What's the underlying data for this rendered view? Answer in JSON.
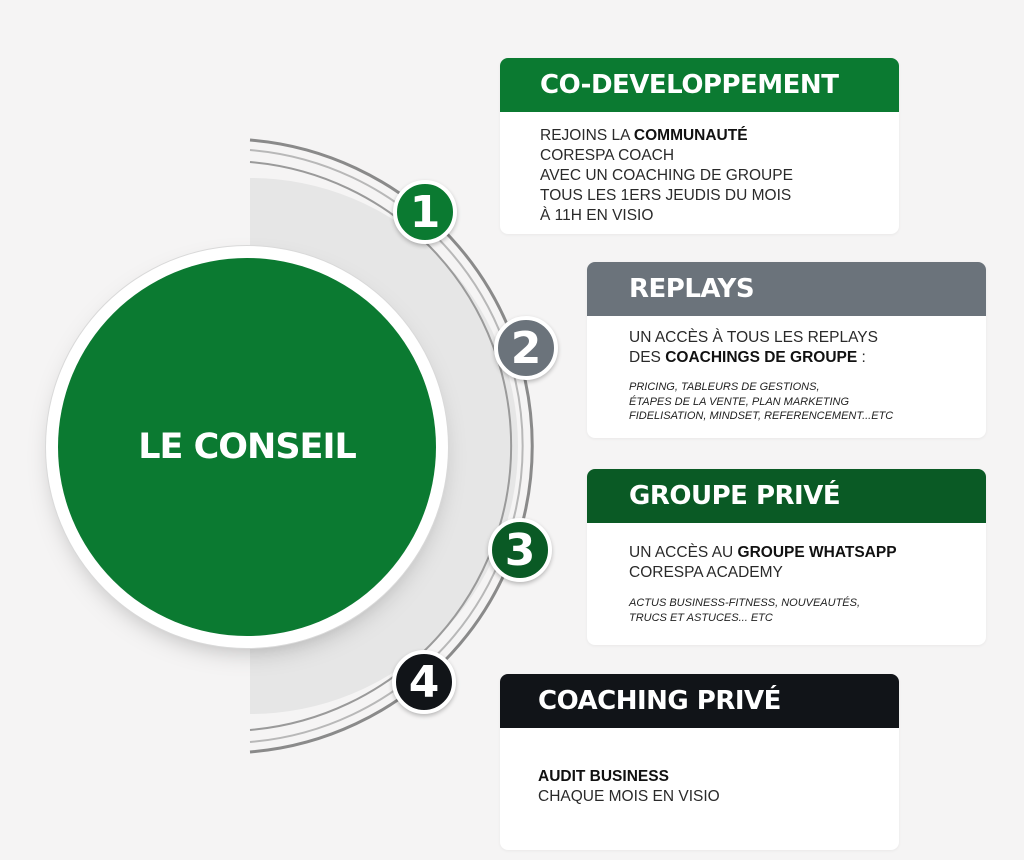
{
  "center": {
    "title": "LE CONSEIL"
  },
  "colors": {
    "green": "#0b7a31",
    "gray": "#6b737b",
    "dark_green": "#0a5a25",
    "black": "#111418"
  },
  "items": [
    {
      "number": "1",
      "title": "CO-DEVELOPPEMENT",
      "lines": [
        {
          "text": "REJOINS LA ",
          "strong": "COMMUNAUTÉ"
        },
        {
          "text": "CORESPA COACH"
        },
        {
          "text": "AVEC UN COACHING DE GROUPE"
        },
        {
          "text": "TOUS LES 1ERS JEUDIS DU MOIS"
        },
        {
          "text": "À 11H EN VISIO"
        }
      ]
    },
    {
      "number": "2",
      "title": "REPLAYS",
      "lines": [
        {
          "text": "UN ACCÈS À TOUS LES REPLAYS"
        },
        {
          "text": "DES ",
          "strong": "COACHINGS DE GROUPE",
          "after": " :"
        }
      ],
      "small": [
        "PRICING, TABLEURS DE GESTIONS,",
        "ÉTAPES DE LA VENTE, PLAN MARKETING",
        "FIDELISATION, MINDSET, REFERENCEMENT...ETC"
      ]
    },
    {
      "number": "3",
      "title": "GROUPE PRIVÉ",
      "lines": [
        {
          "text": "UN ACCÈS AU ",
          "strong": "GROUPE WHATSAPP"
        },
        {
          "text": "CORESPA ACADEMY"
        }
      ],
      "small": [
        "ACTUS BUSINESS-FITNESS, NOUVEAUTÉS,",
        "TRUCS ET ASTUCES... ETC"
      ]
    },
    {
      "number": "4",
      "title": "COACHING PRIVÉ",
      "lines": [
        {
          "strong": "AUDIT BUSINESS"
        },
        {
          "text": "CHAQUE MOIS EN VISIO"
        }
      ]
    }
  ]
}
